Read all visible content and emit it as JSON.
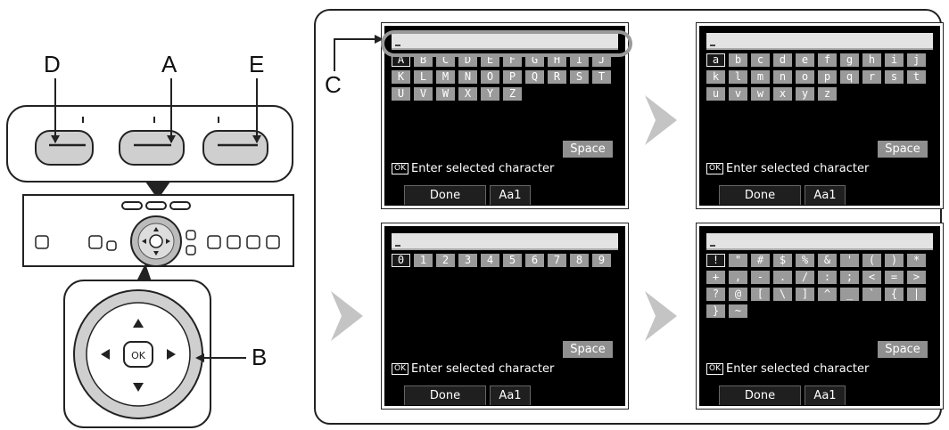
{
  "callouts": {
    "d": "D",
    "a": "A",
    "e": "E",
    "b": "B",
    "c": "C"
  },
  "ok_button_label": "OK",
  "screens": [
    {
      "keys": [
        "A",
        "B",
        "C",
        "D",
        "E",
        "F",
        "G",
        "H",
        "I",
        "J",
        "K",
        "L",
        "M",
        "N",
        "O",
        "P",
        "Q",
        "R",
        "S",
        "T",
        "U",
        "V",
        "W",
        "X",
        "Y",
        "Z"
      ]
    },
    {
      "keys": [
        "a",
        "b",
        "c",
        "d",
        "e",
        "f",
        "g",
        "h",
        "i",
        "j",
        "k",
        "l",
        "m",
        "n",
        "o",
        "p",
        "q",
        "r",
        "s",
        "t",
        "u",
        "v",
        "w",
        "x",
        "y",
        "z"
      ]
    },
    {
      "keys": [
        "0",
        "1",
        "2",
        "3",
        "4",
        "5",
        "6",
        "7",
        "8",
        "9"
      ]
    },
    {
      "keys": [
        "!",
        "\"",
        "#",
        "$",
        "%",
        "&",
        "'",
        "(",
        ")",
        "*",
        "+",
        ",",
        "-",
        ".",
        "/",
        ":",
        ";",
        "<",
        "=",
        ">",
        "?",
        "@",
        "[",
        "\\",
        "]",
        "^",
        "_",
        "`",
        "{",
        "|",
        "}",
        "~"
      ]
    }
  ],
  "space_label": "Space",
  "ok_badge": "OK",
  "hint_text": "Enter selected character",
  "done_label": "Done",
  "case_label": "Aa1"
}
